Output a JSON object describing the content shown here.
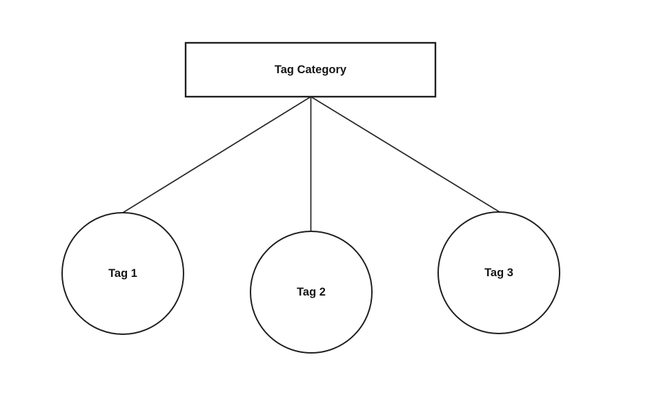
{
  "diagram": {
    "type": "tree",
    "background_color": "#ffffff",
    "stroke_color": "#1e1e1e",
    "root": {
      "label": "Tag Category",
      "shape": "rectangle"
    },
    "children": [
      {
        "label": "Tag 1",
        "shape": "circle"
      },
      {
        "label": "Tag 2",
        "shape": "circle"
      },
      {
        "label": "Tag 3",
        "shape": "circle"
      }
    ],
    "edges": [
      {
        "from": "Tag Category",
        "to": "Tag 1"
      },
      {
        "from": "Tag Category",
        "to": "Tag 2"
      },
      {
        "from": "Tag Category",
        "to": "Tag 3"
      }
    ]
  }
}
